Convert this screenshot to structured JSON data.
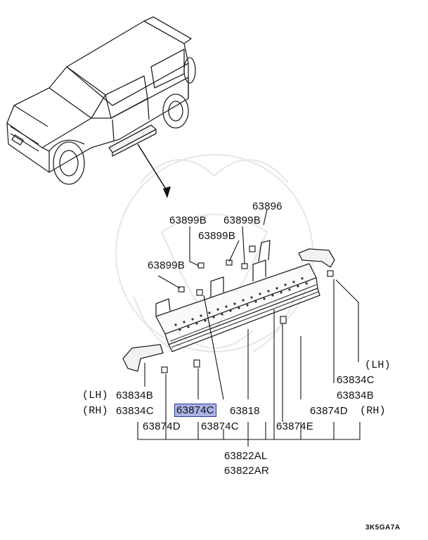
{
  "diagram": {
    "parts": {
      "p63896": "63896",
      "p63899B_a": "63899B",
      "p63899B_b": "63899B",
      "p63899B_c": "63899B",
      "p63899B_d": "63899B",
      "p63834B_left": "63834B",
      "p63834C_left": "63834C",
      "p63874C_highlight": "63874C",
      "p63818": "63818",
      "p63874D_left": "63874D",
      "p63874C_mid": "63874C",
      "p63874E": "63874E",
      "p63834C_right": "63834C",
      "p63834B_right": "63834B",
      "p63874D_right": "63874D",
      "p63822AL": "63822AL",
      "p63822AR": "63822AR"
    },
    "side_markers": {
      "lh_left": "(LH)",
      "rh_left": "(RH)",
      "lh_right": "(LH)",
      "rh_right": "(RH)"
    },
    "diagram_code": "3K5GA7A",
    "highlight_color": "#a9b3e6"
  }
}
